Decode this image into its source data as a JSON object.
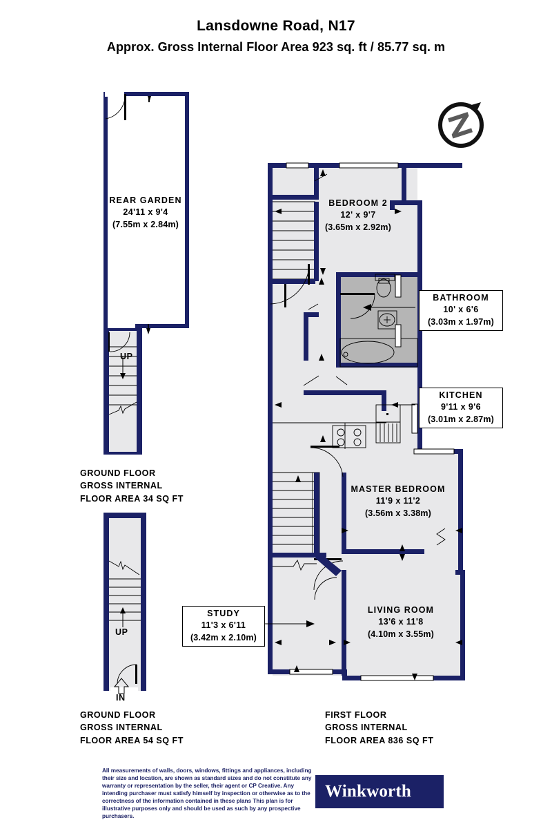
{
  "header": {
    "title": "Lansdowne Road, N17",
    "subtitle": "Approx. Gross Internal Floor Area 923 sq. ft / 85.77 sq. m"
  },
  "compass": {
    "label": "N",
    "name": "north-compass"
  },
  "rooms": [
    {
      "id": "rear-garden",
      "name": "REAR GARDEN",
      "imperial": "24'11 x 9'4",
      "metric": "(7.55m x 2.84m)"
    },
    {
      "id": "bedroom-2",
      "name": "BEDROOM 2",
      "imperial": "12' x 9'7",
      "metric": "(3.65m x 2.92m)"
    },
    {
      "id": "bathroom",
      "name": "BATHROOM",
      "imperial": "10' x 6'6",
      "metric": "(3.03m x 1.97m)"
    },
    {
      "id": "kitchen",
      "name": "KITCHEN",
      "imperial": "9'11 x 9'6",
      "metric": "(3.01m x 2.87m)"
    },
    {
      "id": "master-bedroom",
      "name": "MASTER BEDROOM",
      "imperial": "11'9 x 11'2",
      "metric": "(3.56m x 3.38m)"
    },
    {
      "id": "living-room",
      "name": "LIVING ROOM",
      "imperial": "13'6 x 11'8",
      "metric": "(4.10m x 3.55m)"
    },
    {
      "id": "study",
      "name": "STUDY",
      "imperial": "11'3 x 6'11",
      "metric": "(3.42m x 2.10m)"
    }
  ],
  "floor_captions": {
    "ground_upper": "GROUND FLOOR\nGROSS INTERNAL\nFLOOR AREA 34 SQ FT",
    "ground_lower": "GROUND FLOOR\nGROSS INTERNAL\nFLOOR AREA 54 SQ FT",
    "first_floor": "FIRST FLOOR\nGROSS INTERNAL\nFLOOR AREA 836 SQ FT"
  },
  "markers": {
    "up_upper": "UP",
    "up_lower": "UP",
    "entrance": "IN"
  },
  "footer": {
    "disclaimer": "All measurements of walls, doors, windows, fittings and appliances, including their size and location, are shown as standard sizes and do not constitute any warranty or representation by the seller, their agent or CP Creative. Any intending purchaser must satisfy himself by inspection or otherwise as to the correctness of the information contained in these plans This plan is for illustrative purposes only and should be used as such by any prospective purchasers.",
    "brand": "Winkworth"
  },
  "colors": {
    "wall": "#1b2166",
    "room_fill": "#e8e8ea",
    "bathroom_fill": "#b5b5b5",
    "brand_navy": "#1b2166",
    "text": "#000000"
  }
}
